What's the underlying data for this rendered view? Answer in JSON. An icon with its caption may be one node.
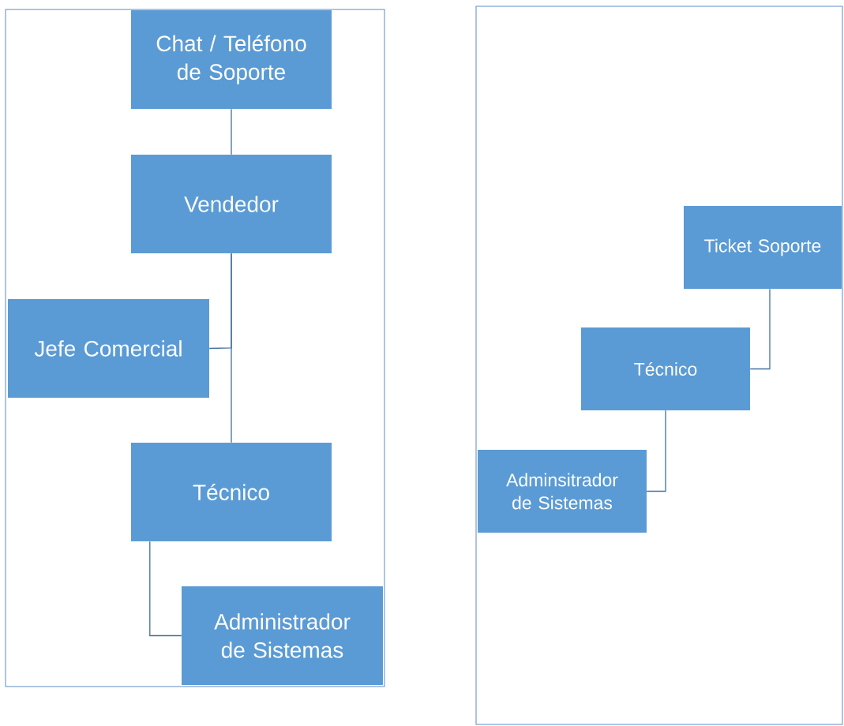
{
  "diagram": {
    "nodes": [
      {
        "text": [],
        "shape": "box"
      },
      {
        "text": [
          "Chat / Teléfono de Soporte"
        ],
        "in": 0
      },
      {
        "text": [
          "Vendedor"
        ],
        "in": 0
      },
      {
        "text": [
          "Jefe Comercial"
        ],
        "in": 0
      },
      {
        "text": [
          "Técnico"
        ],
        "in": 0
      },
      {
        "text": [
          "Administrador de Sistemas"
        ],
        "in": 0
      },
      {
        "text": [],
        "shape": "box"
      },
      {
        "text": [
          "Ticket Soporte"
        ],
        "in": 6
      },
      {
        "text": [
          "Técnico"
        ],
        "in": 6
      },
      {
        "text": [
          "Adminsitrador de Sistemas"
        ],
        "in": 6
      }
    ],
    "edges": [
      {
        "from": 1,
        "to": 2,
        "arrow": "none"
      },
      {
        "from": 2,
        "to": 3,
        "arrow": "none"
      },
      {
        "from": 2,
        "to": 4,
        "arrow": "none"
      },
      {
        "from": 4,
        "to": 5,
        "arrow": "none"
      },
      {
        "from": 7,
        "to": 8,
        "arrow": "none"
      },
      {
        "from": 8,
        "to": 9,
        "arrow": "none"
      }
    ]
  }
}
